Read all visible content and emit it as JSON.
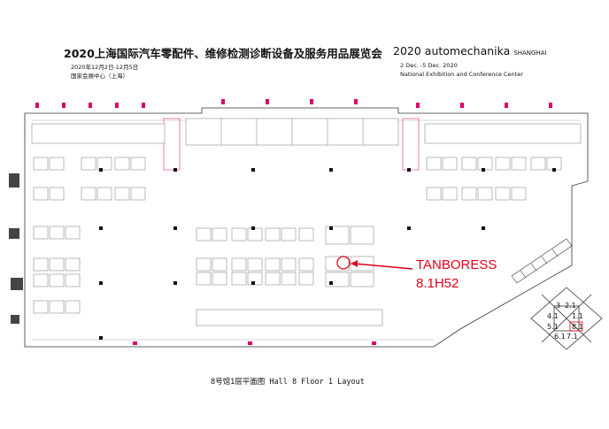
{
  "header": {
    "title_cn": "2020上海国际汽车零配件、维修检测诊断设备及服务用品展览会",
    "date_cn": "2020年12月2日-12月5日",
    "venue_cn": "国家会展中心（上海）",
    "title_en_main": "2020 automechanika",
    "title_en_sub": "SHANGHAI",
    "date_en": "2 Dec. -5 Dec. 2020",
    "venue_en": "National Exhibition and Conference Center"
  },
  "callout": {
    "line1": "TANBORESS",
    "line2": "8.1H52"
  },
  "floor_caption": "8号馆1层平面图  Hall 8 Floor 1  Layout",
  "hall_key": {
    "labels": [
      "3",
      "2.1",
      "4.1",
      "1.1",
      "5.1",
      "8.1",
      "6.1",
      "7.1"
    ]
  },
  "colors": {
    "highlight": "#e0001a",
    "booth_line": "#555555",
    "entrance": "#d9006c",
    "pillar": "#111111"
  }
}
